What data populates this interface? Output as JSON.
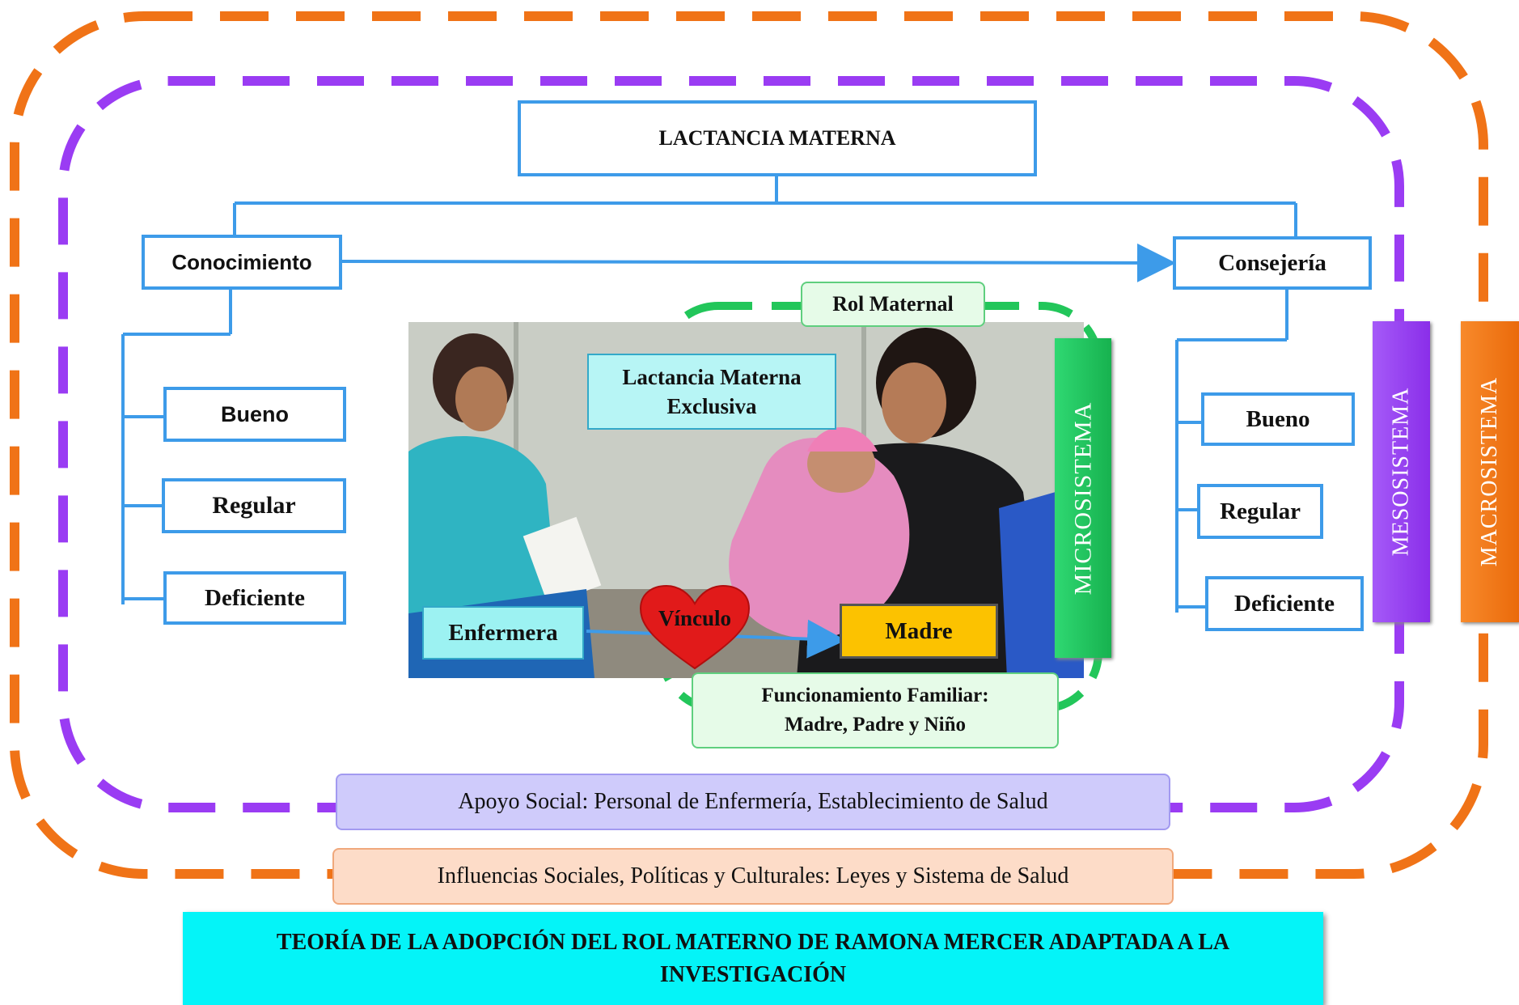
{
  "root": {
    "label": "LACTANCIA MATERNA"
  },
  "left": {
    "title": "Conocimiento",
    "levels": [
      "Bueno",
      "Regular",
      "Deficiente"
    ]
  },
  "right": {
    "title": "Consejería",
    "levels": [
      "Bueno",
      "Regular",
      "Deficiente"
    ]
  },
  "micro": {
    "rol_maternal": "Rol Maternal",
    "lactancia_exclusiva": "Lactancia Materna Exclusiva",
    "enfermera": "Enfermera",
    "vinculo": "Vínculo",
    "madre": "Madre",
    "funcionamiento_line1": "Funcionamiento Familiar:",
    "funcionamiento_line2": "Madre, Padre y Niño"
  },
  "systems": {
    "microsistema": "MICROSISTEMA",
    "mesosistema": "MESOSISTEMA",
    "macrosistema": "MACROSISTEMA"
  },
  "apoyo_social": "Apoyo Social: Personal de Enfermería, Establecimiento de Salud",
  "influencias": "Influencias Sociales, Políticas y Culturales: Leyes y Sistema de Salud",
  "title": "TEORÍA DE LA ADOPCIÓN DEL ROL MATERNO DE RAMONA MERCER ADAPTADA A LA INVESTIGACIÓN",
  "colors": {
    "orange": "#f07317",
    "purple": "#9a3cf3",
    "green": "#22c65a",
    "blue": "#3d9be9",
    "cyan": "#04f4f8",
    "madre_yellow": "#fcc200",
    "heart_red": "#e11a1a"
  }
}
